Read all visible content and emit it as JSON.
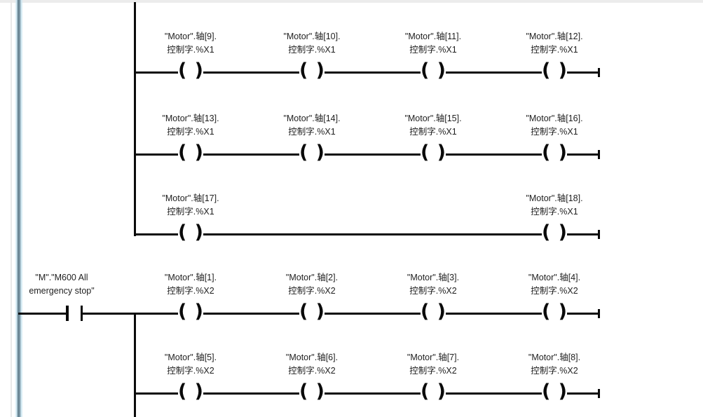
{
  "view": {
    "name": "ladder-network-view"
  },
  "colors": {
    "wire": "#0a0a0a",
    "text": "#1f1f1f",
    "rail_core": "#5f7c8b",
    "rail_halo": "#cfe8f3",
    "top_strip": "#ececec",
    "background": "#ffffff"
  },
  "symbols": {
    "coil_open": "(",
    "coil_close": ")"
  },
  "contact": {
    "type": "normally-open-contact",
    "line1": "\"M\".\"M600 All",
    "line2": "emergency stop\""
  },
  "rows": [
    {
      "name": "coil-branch-row-1",
      "cells": [
        {
          "col": 0,
          "line1": "\"Motor\".轴[9].",
          "line2": "控制字.%X1"
        },
        {
          "col": 1,
          "line1": "\"Motor\".轴[10].",
          "line2": "控制字.%X1"
        },
        {
          "col": 2,
          "line1": "\"Motor\".轴[11].",
          "line2": "控制字.%X1"
        },
        {
          "col": 3,
          "line1": "\"Motor\".轴[12].",
          "line2": "控制字.%X1"
        }
      ]
    },
    {
      "name": "coil-branch-row-2",
      "cells": [
        {
          "col": 0,
          "line1": "\"Motor\".轴[13].",
          "line2": "控制字.%X1"
        },
        {
          "col": 1,
          "line1": "\"Motor\".轴[14].",
          "line2": "控制字.%X1"
        },
        {
          "col": 2,
          "line1": "\"Motor\".轴[15].",
          "line2": "控制字.%X1"
        },
        {
          "col": 3,
          "line1": "\"Motor\".轴[16].",
          "line2": "控制字.%X1"
        }
      ]
    },
    {
      "name": "coil-branch-row-3",
      "cells": [
        {
          "col": 0,
          "line1": "\"Motor\".轴[17].",
          "line2": "控制字.%X1"
        },
        {
          "col": 3,
          "line1": "\"Motor\".轴[18].",
          "line2": "控制字.%X1"
        }
      ]
    },
    {
      "name": "main-rung-row",
      "cells": [
        {
          "col": 0,
          "line1": "\"Motor\".轴[1].",
          "line2": "控制字.%X2"
        },
        {
          "col": 1,
          "line1": "\"Motor\".轴[2].",
          "line2": "控制字.%X2"
        },
        {
          "col": 2,
          "line1": "\"Motor\".轴[3].",
          "line2": "控制字.%X2"
        },
        {
          "col": 3,
          "line1": "\"Motor\".轴[4].",
          "line2": "控制字.%X2"
        }
      ]
    },
    {
      "name": "coil-branch-row-4",
      "cells": [
        {
          "col": 0,
          "line1": "\"Motor\".轴[5].",
          "line2": "控制字.%X2"
        },
        {
          "col": 1,
          "line1": "\"Motor\".轴[6].",
          "line2": "控制字.%X2"
        },
        {
          "col": 2,
          "line1": "\"Motor\".轴[7].",
          "line2": "控制字.%X2"
        },
        {
          "col": 3,
          "line1": "\"Motor\".轴[8].",
          "line2": "控制字.%X2"
        }
      ]
    }
  ]
}
